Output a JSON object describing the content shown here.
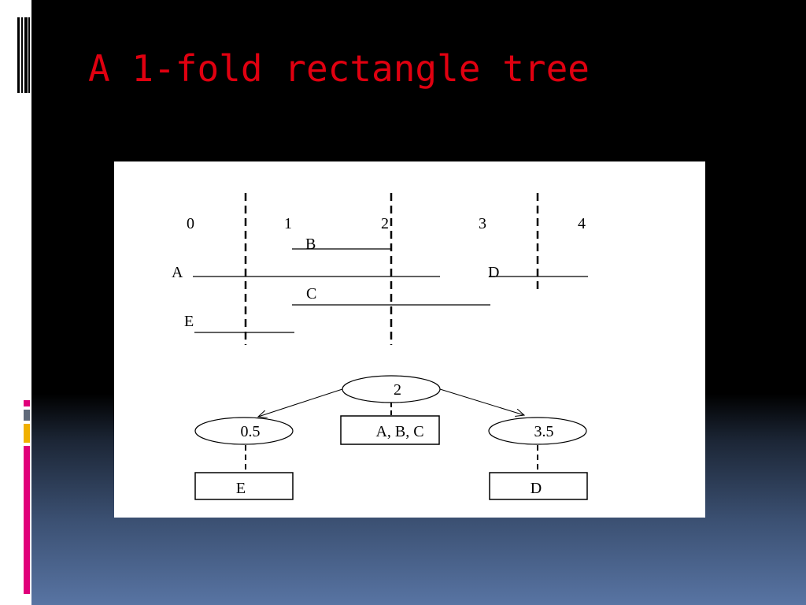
{
  "slide": {
    "title": "A 1-fold rectangle tree",
    "title_color": "#e00010",
    "accent_colors": [
      "#e0007a",
      "#606a7a",
      "#f0b000",
      "#e0007a"
    ]
  },
  "diagram": {
    "axis_labels": [
      "0",
      "1",
      "2",
      "3",
      "4"
    ],
    "interval_labels": {
      "A": "A",
      "B": "B",
      "C": "C",
      "D": "D",
      "E": "E"
    },
    "tree": {
      "root": "2",
      "root_box": "A, B, C",
      "left_node": "0.5",
      "left_box": "E",
      "right_node": "3.5",
      "right_box": "D"
    }
  }
}
